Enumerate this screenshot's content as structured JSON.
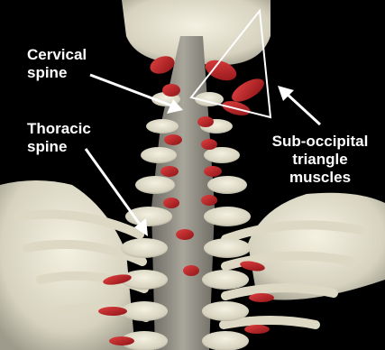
{
  "labels": {
    "cervical": [
      "Cervical",
      "spine"
    ],
    "thoracic": [
      "Thoracic",
      "spine"
    ],
    "suboccipital": [
      "Sub-occipital",
      "triangle",
      "muscles"
    ]
  },
  "colors": {
    "background": "#000000",
    "bone": "#e8e4d2",
    "muscle": "#c8242a",
    "spine_shadow": "#8a8a80",
    "annotation": "#ffffff"
  }
}
